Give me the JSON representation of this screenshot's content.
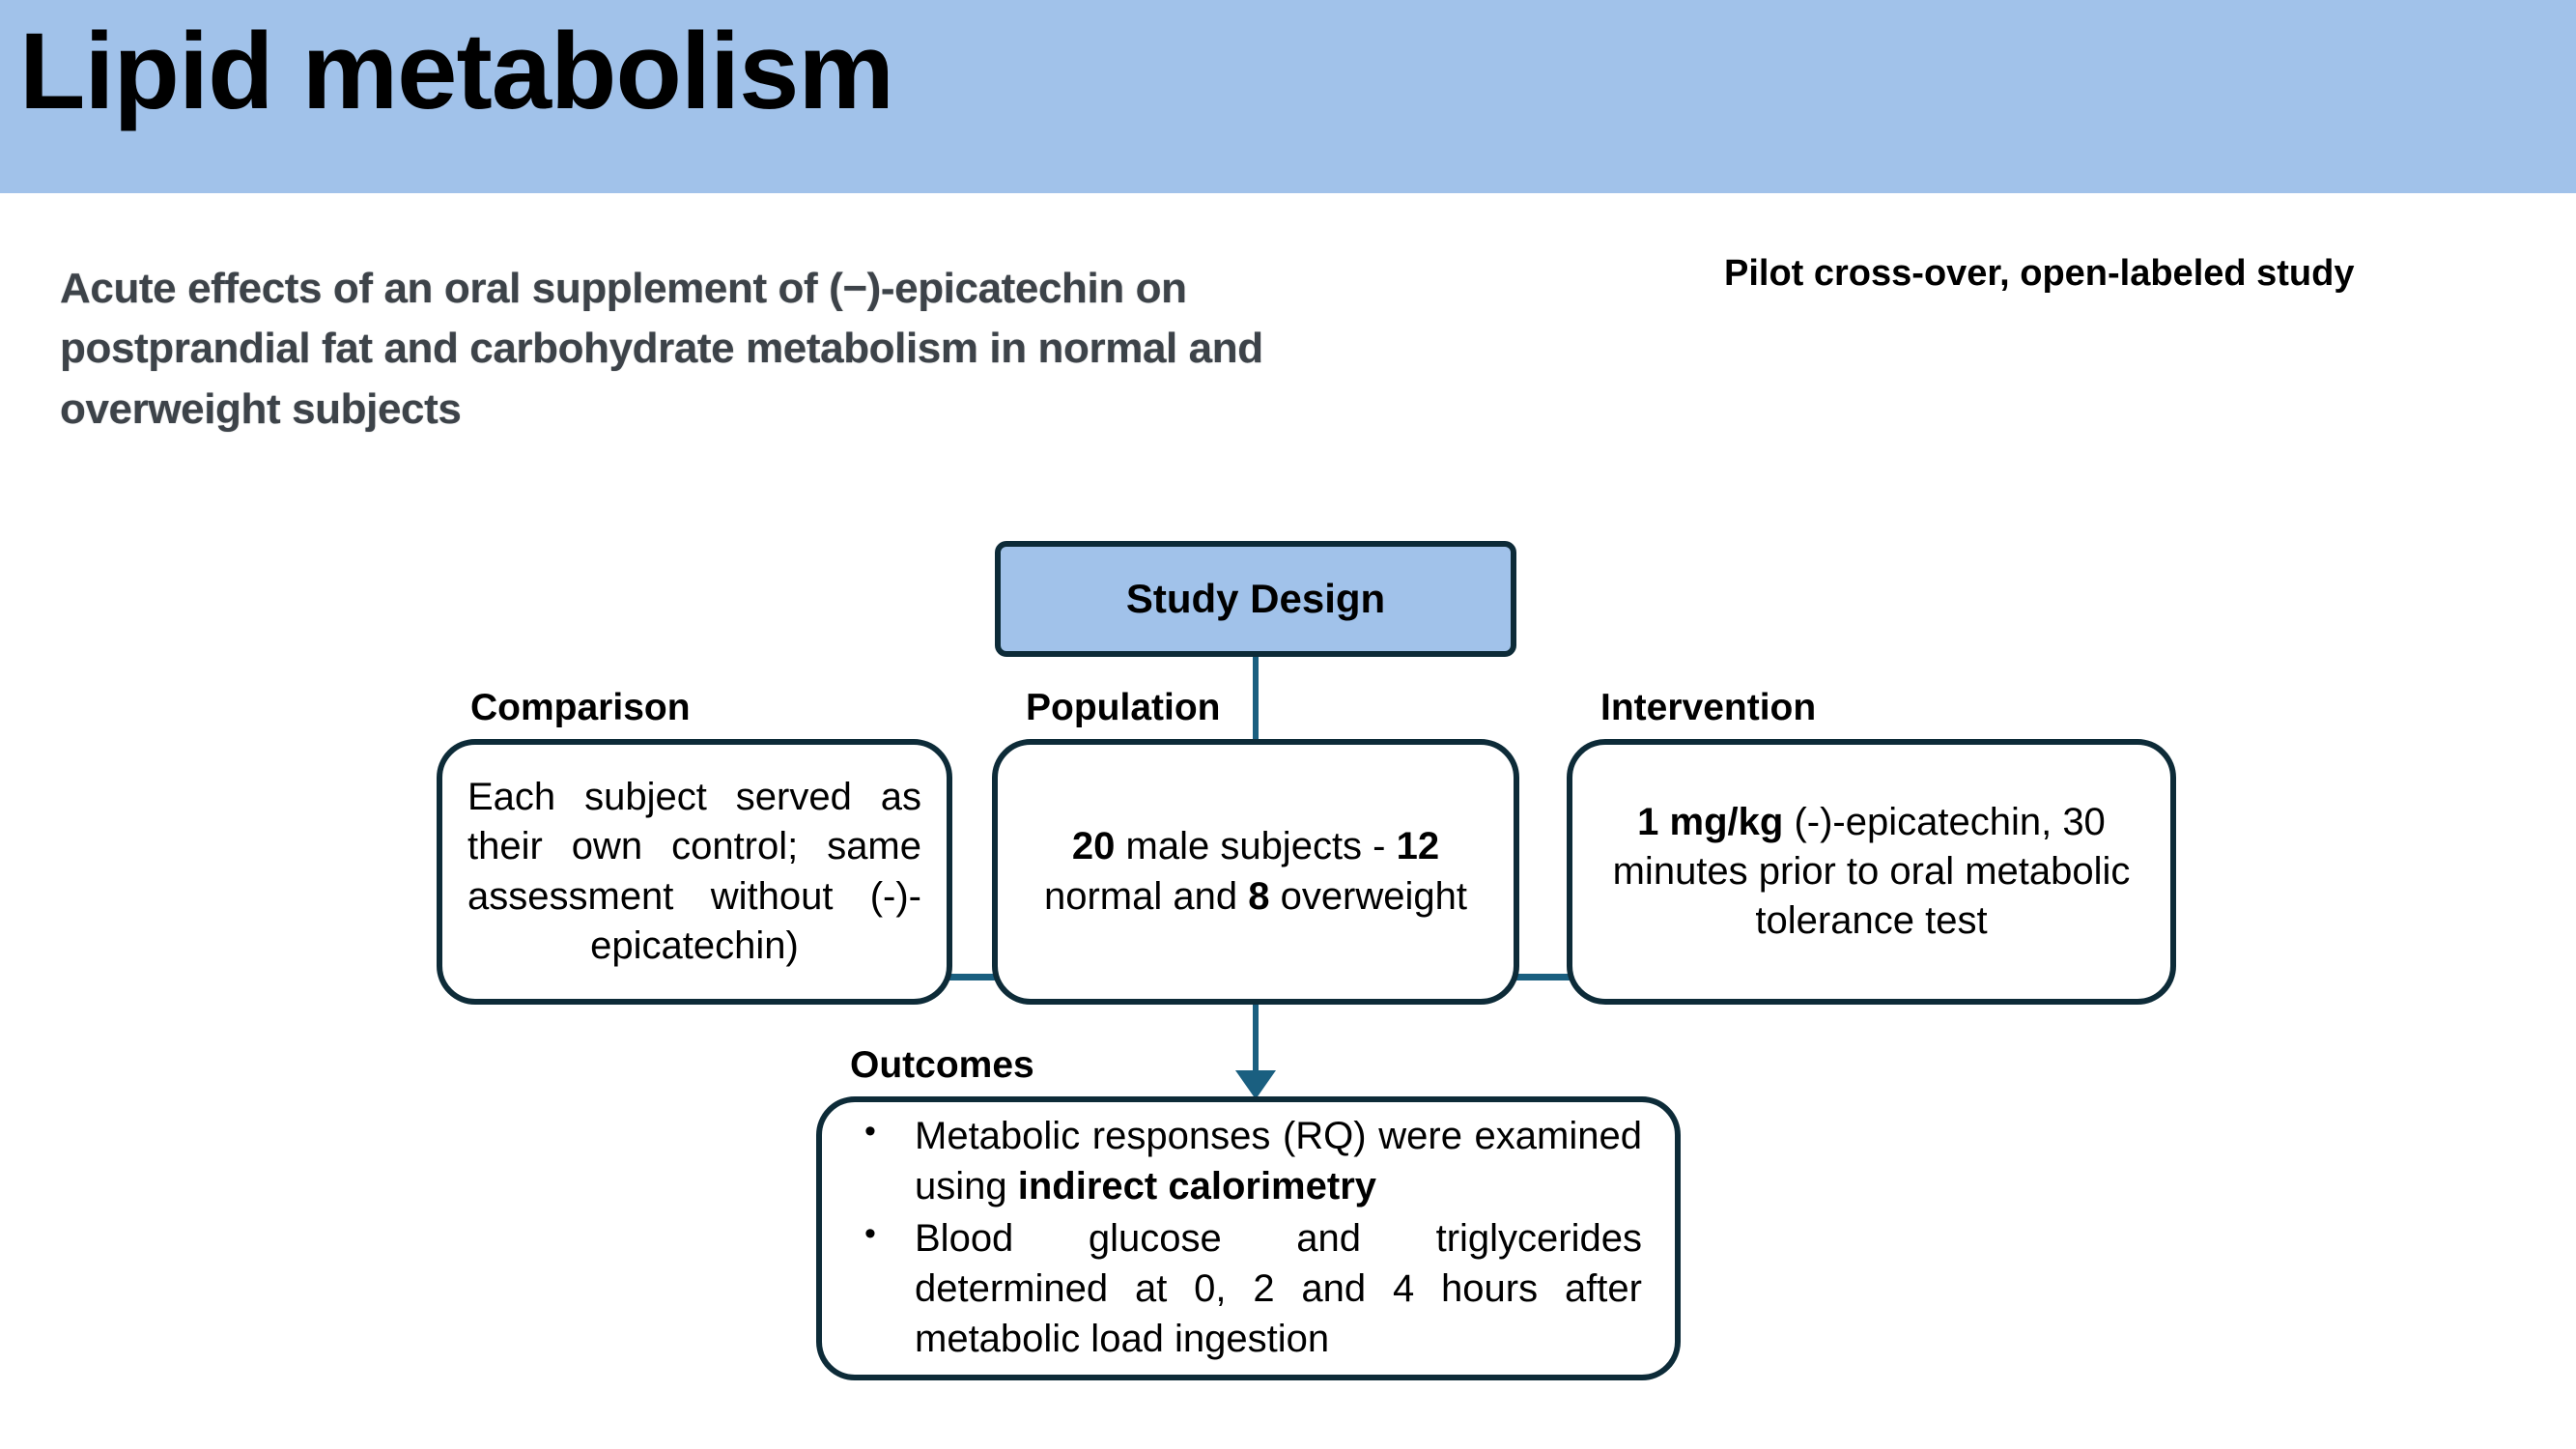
{
  "slide": {
    "banner_title": "Lipid metabolism",
    "banner_color": "#a1c2ea",
    "article_title": "Acute effects of an oral supplement of (−)-epicatechin on postprandial fat and carbohydrate metabolism in normal and overweight subjects",
    "study_type": "Pilot cross-over, open-labeled study"
  },
  "diagram": {
    "node_border_color": "#0d2b38",
    "connector_color": "#1a5f80",
    "root": {
      "label": "Study Design",
      "fill": "#a1c2ea"
    },
    "branches": [
      {
        "label": "Comparison",
        "text_plain": "Each subject served as their own control; same assessment without (-)-epicatechin)",
        "text_parts": [
          {
            "text": "Each subject served as their own control; same assessment without (-)-epicatechin)",
            "bold": false
          }
        ]
      },
      {
        "label": "Population",
        "text_plain": "20 male subjects - 12 normal and 8 overweight",
        "text_parts": [
          {
            "text": "20",
            "bold": true
          },
          {
            "text": " male subjects - ",
            "bold": false
          },
          {
            "text": "12",
            "bold": true
          },
          {
            "text": " normal and ",
            "bold": false
          },
          {
            "text": "8",
            "bold": true
          },
          {
            "text": " overweight",
            "bold": false
          }
        ]
      },
      {
        "label": "Intervention",
        "text_plain": "1 mg/kg (-)-epicatechin, 30 minutes prior to oral metabolic tolerance test",
        "text_parts": [
          {
            "text": "1 mg/kg",
            "bold": true
          },
          {
            "text": " (-)-epicatechin, 30 minutes prior to oral metabolic tolerance test",
            "bold": false
          }
        ]
      }
    ],
    "outcomes": {
      "label": "Outcomes",
      "bullets": [
        {
          "text_plain": "Metabolic responses (RQ) were examined using indirect calorimetry",
          "text_parts": [
            {
              "text": "Metabolic responses (RQ) were examined using ",
              "bold": false
            },
            {
              "text": "indirect calorimetry",
              "bold": true
            }
          ]
        },
        {
          "text_plain": "Blood glucose and triglycerides determined at 0, 2 and 4 hours after metabolic load ingestion",
          "text_parts": [
            {
              "text": "Blood glucose and triglycerides determined at 0, 2 and 4 hours after metabolic load ingestion",
              "bold": false
            }
          ]
        }
      ]
    }
  }
}
